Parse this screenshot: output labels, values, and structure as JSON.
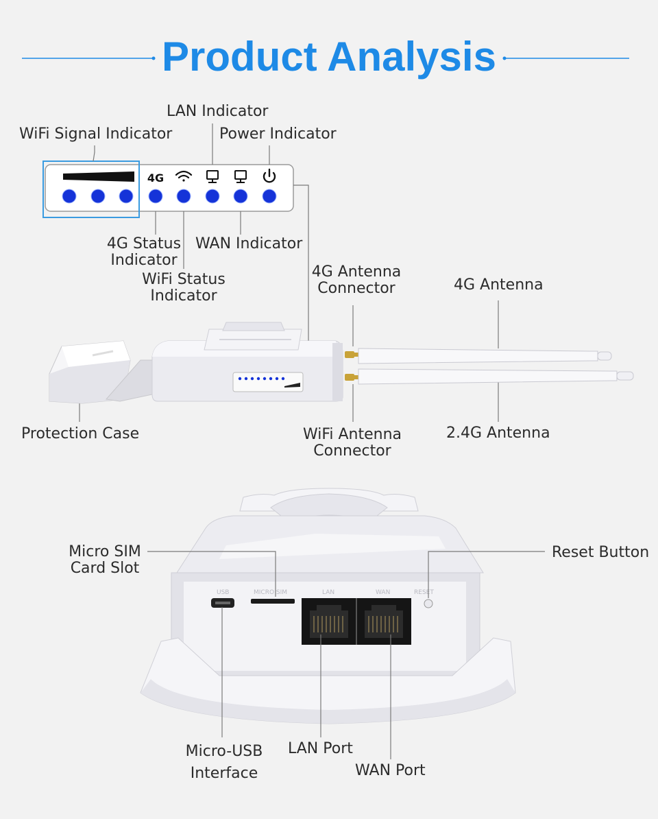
{
  "title": "Product Analysis",
  "colors": {
    "accent": "#1e8ae6",
    "led": "#1533d8",
    "leader_line": "#7a7a7a",
    "highlight_box": "#3a9be0",
    "device_body": "#e8e8ee"
  },
  "panel": {
    "tag_4g": "4G",
    "icons": [
      "signal-strength-icon",
      "wifi-icon",
      "lan-monitor-icon",
      "wan-monitor-icon",
      "power-icon"
    ]
  },
  "labels": {
    "wifi_signal_indicator": "WiFi Signal Indicator",
    "lan_indicator": "LAN Indicator",
    "power_indicator": "Power Indicator",
    "status_4g_l1": "4G Status",
    "status_4g_l2": "Indicator",
    "wan_indicator": "WAN Indicator",
    "wifi_status_l1": "WiFi Status",
    "wifi_status_l2": "Indicator",
    "antenna_conn_4g_l1": "4G Antenna",
    "antenna_conn_4g_l2": "Connector",
    "antenna_4g": "4G Antenna",
    "protection_case": "Protection Case",
    "wifi_antenna_conn_l1": "WiFi Antenna",
    "wifi_antenna_conn_l2": "Connector",
    "antenna_24g": "2.4G Antenna",
    "micro_sim_l1": "Micro SIM",
    "micro_sim_l2": "Card Slot",
    "reset_button": "Reset Button",
    "micro_usb_l1": "Micro-USB",
    "micro_usb_l2": "Interface",
    "lan_port": "LAN Port",
    "wan_port": "WAN Port"
  },
  "device_port_labels": {
    "usb": "USB",
    "micro_sim": "MICRO SIM",
    "lan": "LAN",
    "wan": "WAN",
    "reset": "RESET"
  }
}
